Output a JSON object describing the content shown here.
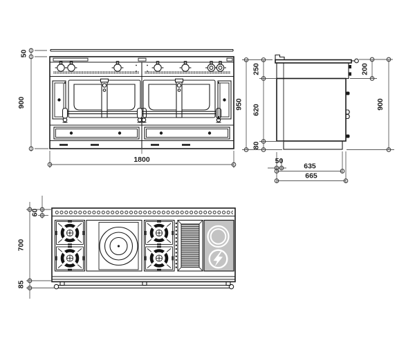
{
  "drawing": {
    "type": "technical-drawing",
    "subject": "range-cooker-three-view-dimension-drawing",
    "colors": {
      "line": "#1b1b1b",
      "dimension_line": "#5a5a5a",
      "electric_panel": "#c3c3c3",
      "grill_rib_light": "#c7c7c7",
      "grill_rib_dark": "#474747",
      "background": "#ffffff"
    },
    "icons": {
      "electric_plate_booster": "lightning-bolt"
    },
    "views": {
      "front": {
        "dims": {
          "upstand_height": "50",
          "body_height": "900",
          "width": "1800"
        }
      },
      "side": {
        "dims": {
          "overall_height": "950",
          "top_section": "250",
          "mid_section": "620",
          "plinth": "80",
          "control_panel_drop": "200",
          "body_height": "900",
          "upstand_depth": "50",
          "inner_depth": "635",
          "overall_depth": "665"
        }
      },
      "plan": {
        "dims": {
          "back_rail_depth": "60",
          "top_depth": "700",
          "handle_rail_offset": "85"
        }
      }
    }
  }
}
